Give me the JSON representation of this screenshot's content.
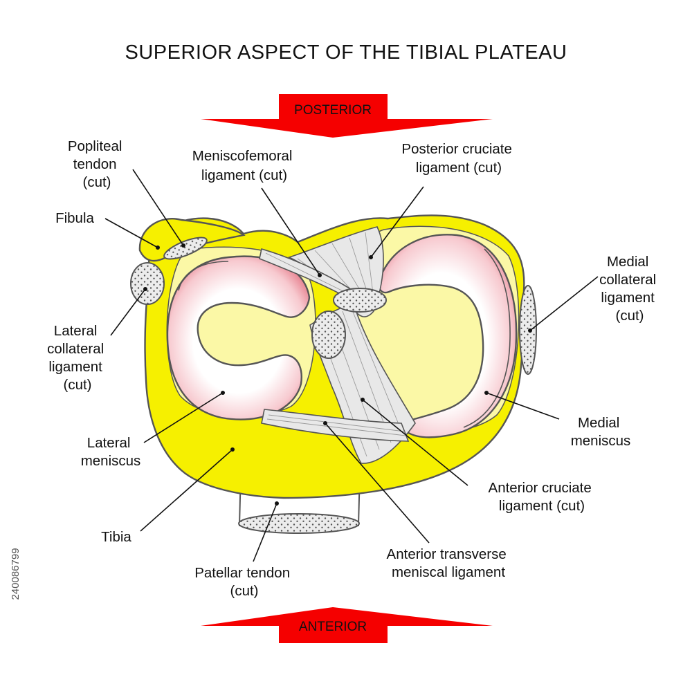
{
  "title": "SUPERIOR ASPECT OF THE TIBIAL PLATEAU",
  "arrows": {
    "posterior": "POSTERIOR",
    "anterior": "ANTERIOR"
  },
  "labels": {
    "popliteal_tendon": [
      "Popliteal",
      "tendon",
      "(cut)"
    ],
    "fibula": [
      "Fibula"
    ],
    "meniscofemoral": [
      "Meniscofemoral",
      "ligament (cut)"
    ],
    "posterior_cruciate": [
      "Posterior cruciate",
      "ligament (cut)"
    ],
    "medial_collateral": [
      "Medial",
      "collateral",
      "ligament",
      "(cut)"
    ],
    "lateral_collateral": [
      "Lateral",
      "collateral",
      "ligament",
      "(cut)"
    ],
    "medial_meniscus": [
      "Medial",
      "meniscus"
    ],
    "lateral_meniscus": [
      "Lateral",
      "meniscus"
    ],
    "anterior_cruciate": [
      "Anterior cruciate",
      "ligament (cut)"
    ],
    "tibia": [
      "Tibia"
    ],
    "anterior_transverse": [
      "Anterior transverse",
      "meniscal ligament"
    ],
    "patellar_tendon": [
      "Patellar tendon",
      "(cut)"
    ]
  },
  "watermark": "240086799",
  "colors": {
    "bone": "#f6f000",
    "articular": "#fbf8a6",
    "meniscus_edge": "#ea8f9a",
    "arrow": "#f50000"
  }
}
